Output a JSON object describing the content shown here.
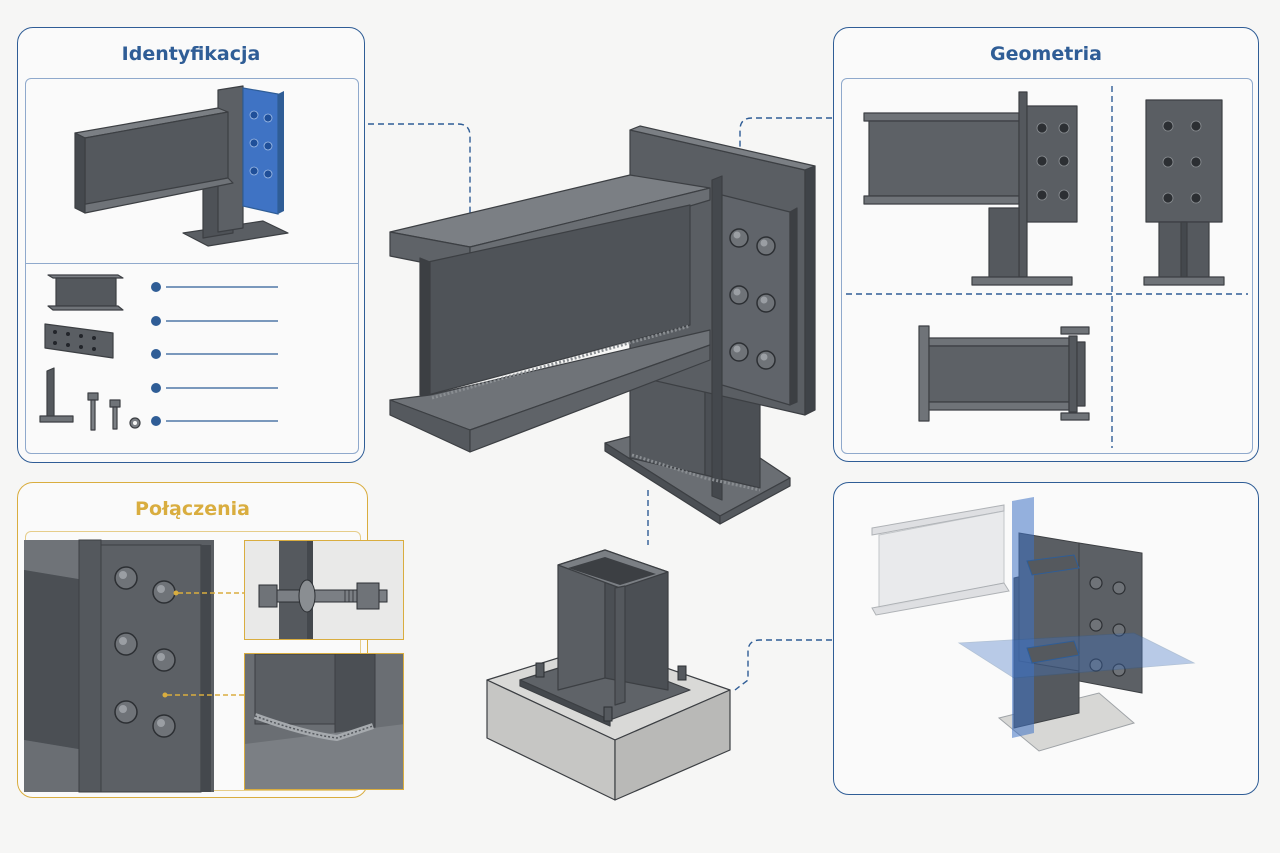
{
  "panels": {
    "identification": {
      "title": "Identyfikacja"
    },
    "geometry": {
      "title": "Geometria"
    },
    "connections": {
      "title": "Połączenia"
    }
  },
  "colors": {
    "accent_blue": "#2f5d96",
    "accent_gold": "#d9ad3f",
    "highlight_blue": "#3f73c4",
    "steel": "#5f6368"
  }
}
